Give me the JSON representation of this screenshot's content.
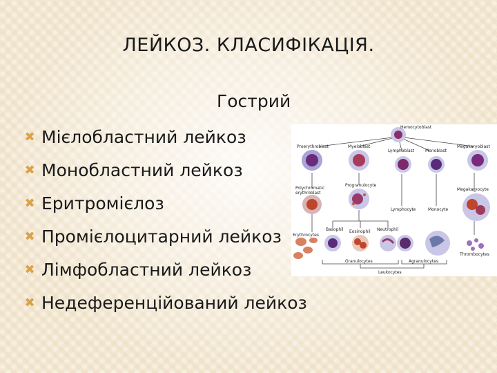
{
  "slide": {
    "title": "ЛЕЙКОЗ. КЛАСИФІКАЦІЯ.",
    "subheading": "Гострий",
    "bullet_icon": "x-mark-icon",
    "accent_color": "#d9a24a",
    "bullets": [
      "Мієлобластний лейкоз",
      "Монобластний лейкоз",
      "Еритромієлоз",
      "Промієлоцитарний лейкоз",
      "Лімфобластний лейкоз",
      "Недеференційований лейкоз"
    ]
  },
  "diagram": {
    "labels": {
      "hemocytoblast": "Hemocytoblast",
      "proerythroblast": "Proerythroblast",
      "myeloblast": "Myeloblast",
      "lymphoblast": "Lymphoblast",
      "monoblast": "Monoblast",
      "megakaryoblast": "Megakaryoblast",
      "polychromatic": "Polychromatic",
      "erythroblast": "erythroblast",
      "progranulocyte": "Progranulocyte",
      "megakaryocyte": "Megakaryocyte",
      "lymphocyte": "Lymphocyte",
      "monocyte": "Monocyte",
      "basophil": "Basophil",
      "eosinophil": "Eosinophil",
      "neutrophil": "Neutrophil",
      "erythrocytes": "Erythrocytes",
      "thrombocytes": "Thrombocytes",
      "granulocytes": "Granulocytes",
      "agranulocytes": "Agranulocytes",
      "leukocytes": "Leukocytes"
    }
  }
}
